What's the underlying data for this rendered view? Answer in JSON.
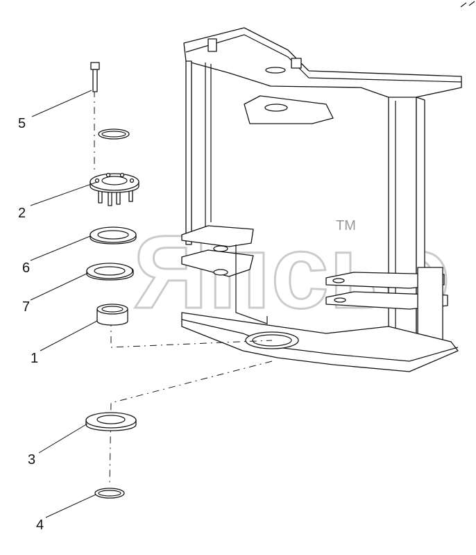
{
  "diagram": {
    "callouts": [
      {
        "id": "5",
        "label": "5"
      },
      {
        "id": "2",
        "label": "2"
      },
      {
        "id": "6",
        "label": "6"
      },
      {
        "id": "7",
        "label": "7"
      },
      {
        "id": "1",
        "label": "1"
      },
      {
        "id": "3",
        "label": "3"
      },
      {
        "id": "4",
        "label": "4"
      }
    ],
    "watermark": {
      "text": "Япсьэ",
      "trademark": "TM"
    }
  }
}
